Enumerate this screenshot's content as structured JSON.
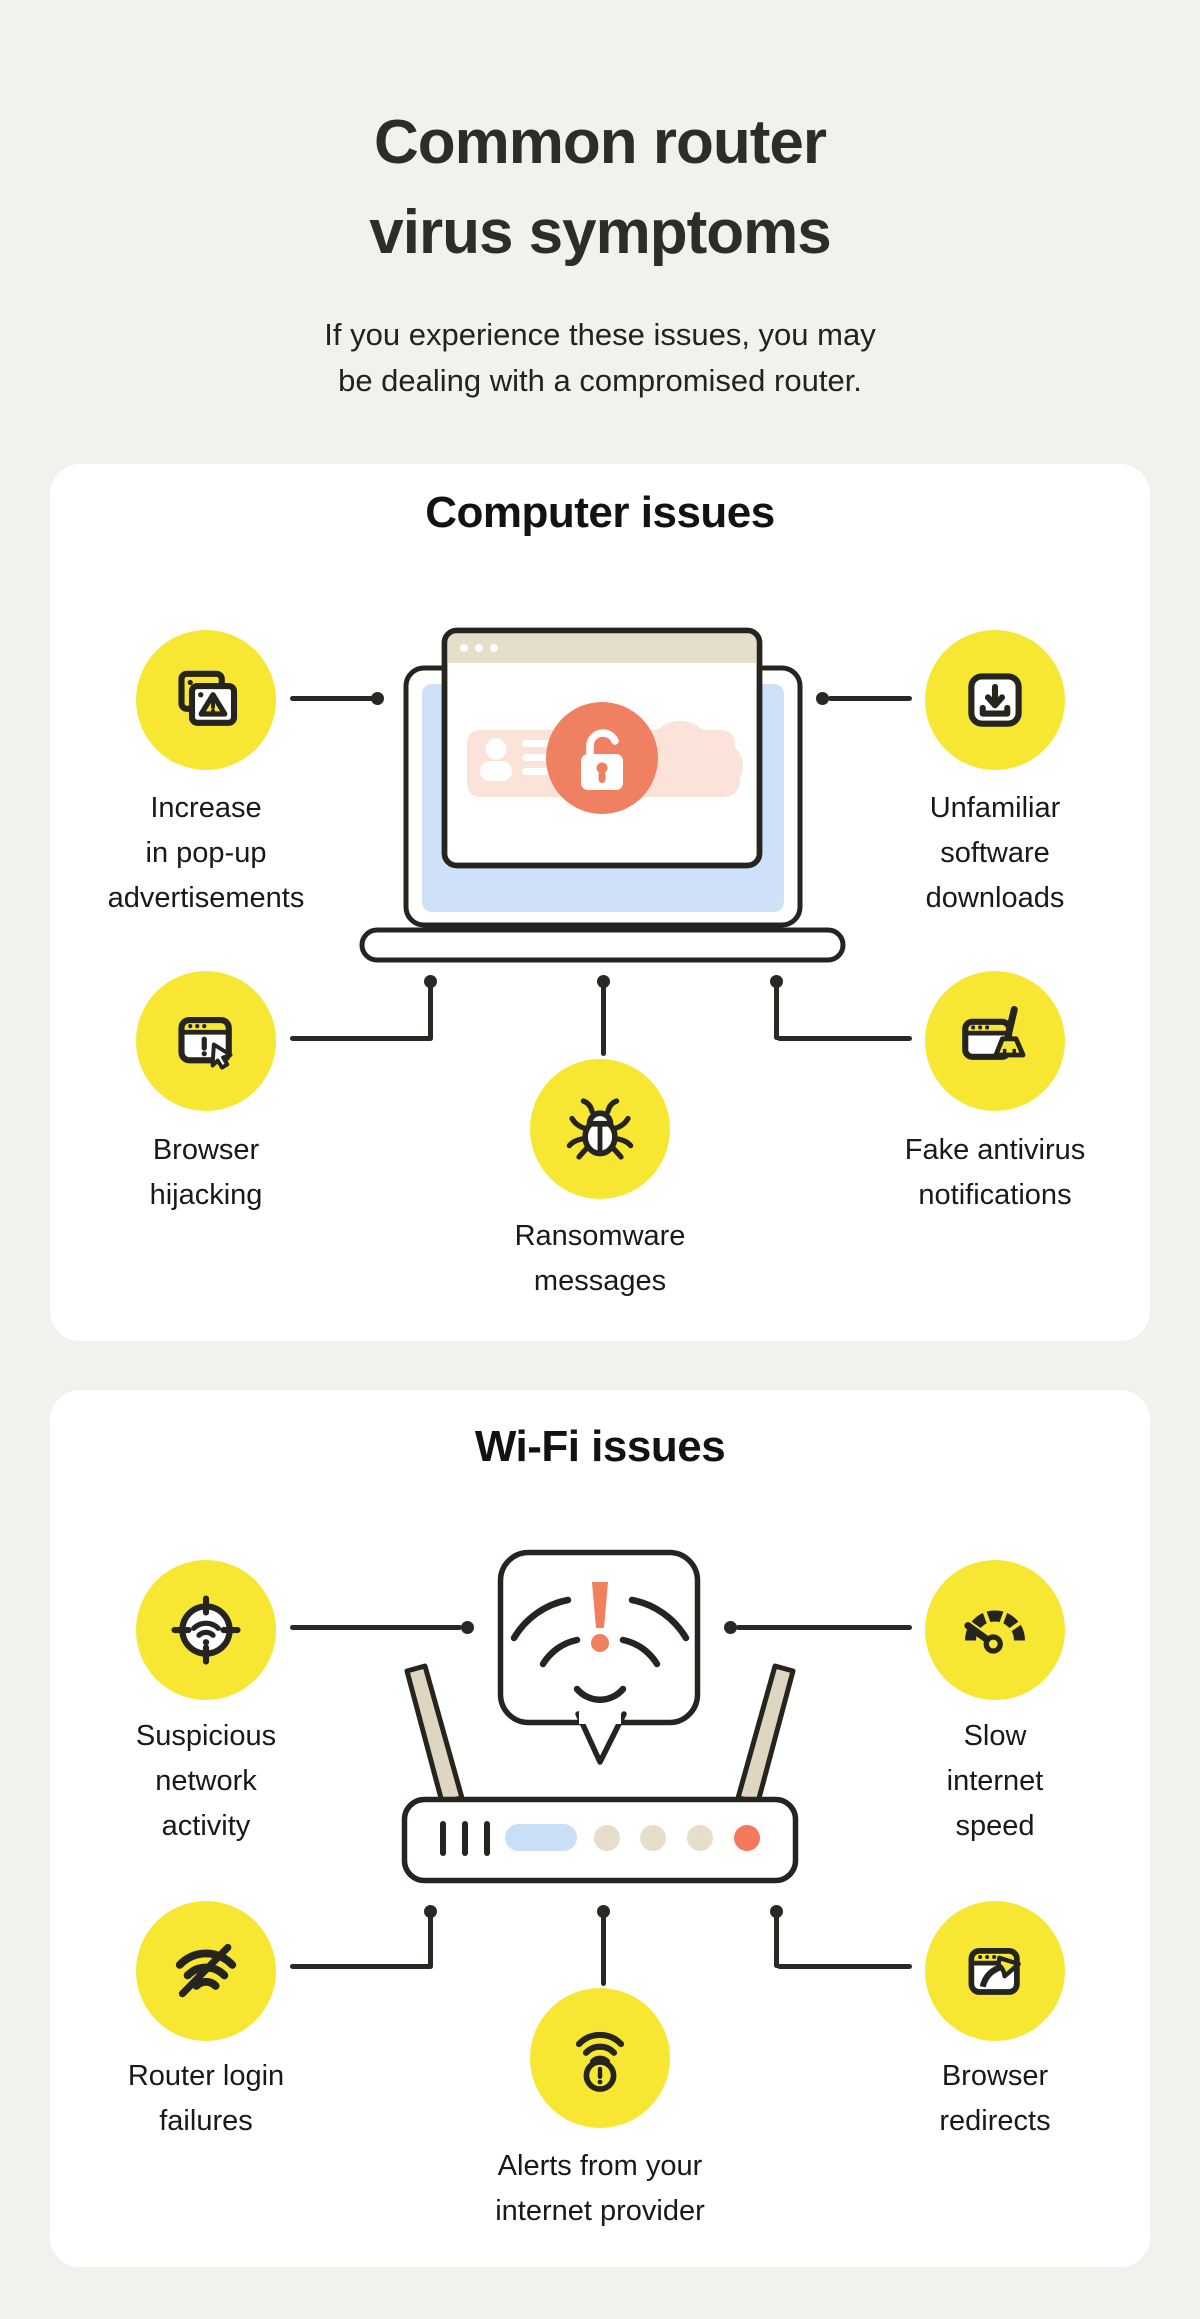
{
  "page": {
    "title_line1": "Common router",
    "title_line2": "virus symptoms",
    "subtitle_line1": "If you experience these issues, you may",
    "subtitle_line2": "be dealing with a compromised router."
  },
  "colors": {
    "page_background": "#F3F1EB",
    "card_background": "#FFFFFF",
    "ink": "#26241F",
    "accent_yellow": "#F7E733",
    "accent_salmon": "#F08062",
    "light_blue": "#CFE1F8",
    "light_pink": "#FBE3DA",
    "beige": "#E5DECB",
    "antenna_tan": "#DFD6C2"
  },
  "sections": [
    {
      "heading": "Computer issues",
      "center_illustration": "laptop-with-compromised-browser",
      "items": [
        {
          "icon": "popup-ads-icon",
          "lines": [
            "Increase",
            "in pop-up",
            "advertisements"
          ]
        },
        {
          "icon": "software-download-icon",
          "lines": [
            "Unfamiliar",
            "software",
            "downloads"
          ]
        },
        {
          "icon": "browser-hijacking-icon",
          "lines": [
            "Browser",
            "hijacking"
          ]
        },
        {
          "icon": "ransomware-bug-icon",
          "lines": [
            "Ransomware",
            "messages"
          ]
        },
        {
          "icon": "fake-antivirus-icon",
          "lines": [
            "Fake antivirus",
            "notifications"
          ]
        }
      ]
    },
    {
      "heading": "Wi-Fi issues",
      "center_illustration": "router-with-warning-bubble",
      "items": [
        {
          "icon": "network-target-icon",
          "lines": [
            "Suspicious",
            "network",
            "activity"
          ]
        },
        {
          "icon": "speedometer-icon",
          "lines": [
            "Slow",
            "internet",
            "speed"
          ]
        },
        {
          "icon": "wifi-off-icon",
          "lines": [
            "Router login",
            "failures"
          ]
        },
        {
          "icon": "wifi-alert-icon",
          "lines": [
            "Alerts from your",
            "internet provider"
          ]
        },
        {
          "icon": "browser-redirect-icon",
          "lines": [
            "Browser",
            "redirects"
          ]
        }
      ]
    }
  ]
}
